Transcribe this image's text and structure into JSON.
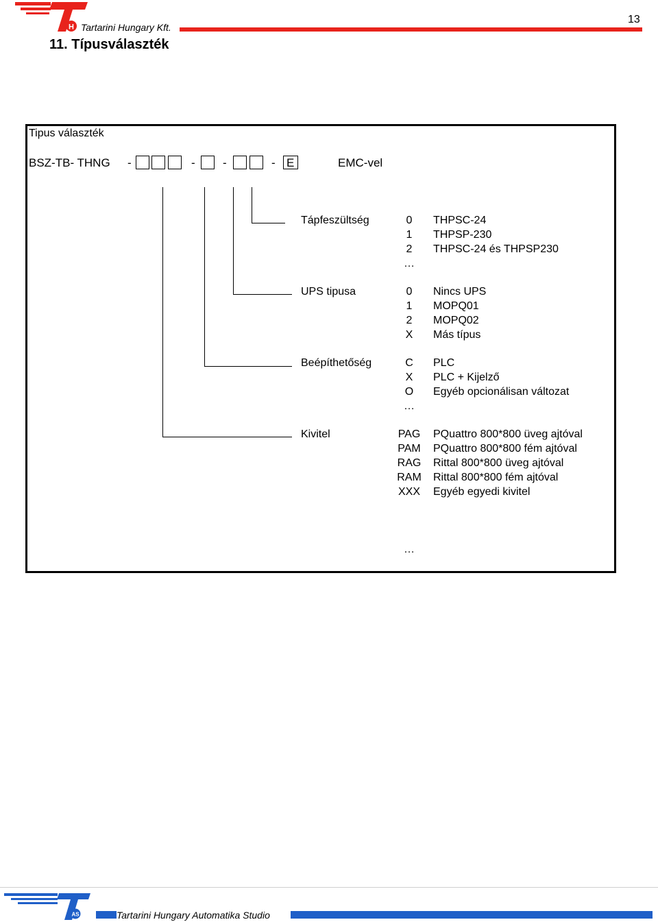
{
  "header": {
    "company": "Tartarini Hungary Kft.",
    "page_number": "13",
    "logo_badge": "H",
    "brand_color": "#e8231c"
  },
  "chapter_title": "11. Típusválaszték",
  "box": {
    "title": "Tipus választék",
    "code_prefix": "BSZ-TB- THNG",
    "dash": "-",
    "fixed_letter": "E",
    "suffix": "EMC-vel",
    "sections": [
      {
        "label": "Tápfeszültség",
        "options": [
          {
            "code": "0",
            "desc": "THPSC-24"
          },
          {
            "code": "1",
            "desc": "THPSP-230"
          },
          {
            "code": "2",
            "desc": "THPSC-24 és THPSP230"
          },
          {
            "code": "…",
            "desc": ""
          }
        ]
      },
      {
        "label": "UPS tipusa",
        "options": [
          {
            "code": "0",
            "desc": "Nincs UPS"
          },
          {
            "code": "1",
            "desc": "MOPQ01"
          },
          {
            "code": "2",
            "desc": "MOPQ02"
          },
          {
            "code": "X",
            "desc": "Más típus"
          }
        ]
      },
      {
        "label": "Beépíthetőség",
        "options": [
          {
            "code": "C",
            "desc": "PLC"
          },
          {
            "code": "X",
            "desc": "PLC + Kijelző"
          },
          {
            "code": "O",
            "desc": "Egyéb opcionálisan változat"
          },
          {
            "code": "…",
            "desc": ""
          }
        ]
      },
      {
        "label": "Kivitel",
        "options": [
          {
            "code": "PAG",
            "desc": "PQuattro 800*800 üveg ajtóval"
          },
          {
            "code": "PAM",
            "desc": "PQuattro 800*800 fém ajtóval"
          },
          {
            "code": "RAG",
            "desc": "Rittal 800*800 üveg ajtóval"
          },
          {
            "code": "RAM",
            "desc": "Rittal 800*800 fém ajtóval"
          },
          {
            "code": "XXX",
            "desc": "Egyéb egyedi kivitel"
          }
        ]
      }
    ],
    "trailing_ellipsis": "…"
  },
  "footer": {
    "company": "Tartarini Hungary Automatika Studio",
    "logo_badge": "AS",
    "brand_color": "#1f5fc8"
  }
}
